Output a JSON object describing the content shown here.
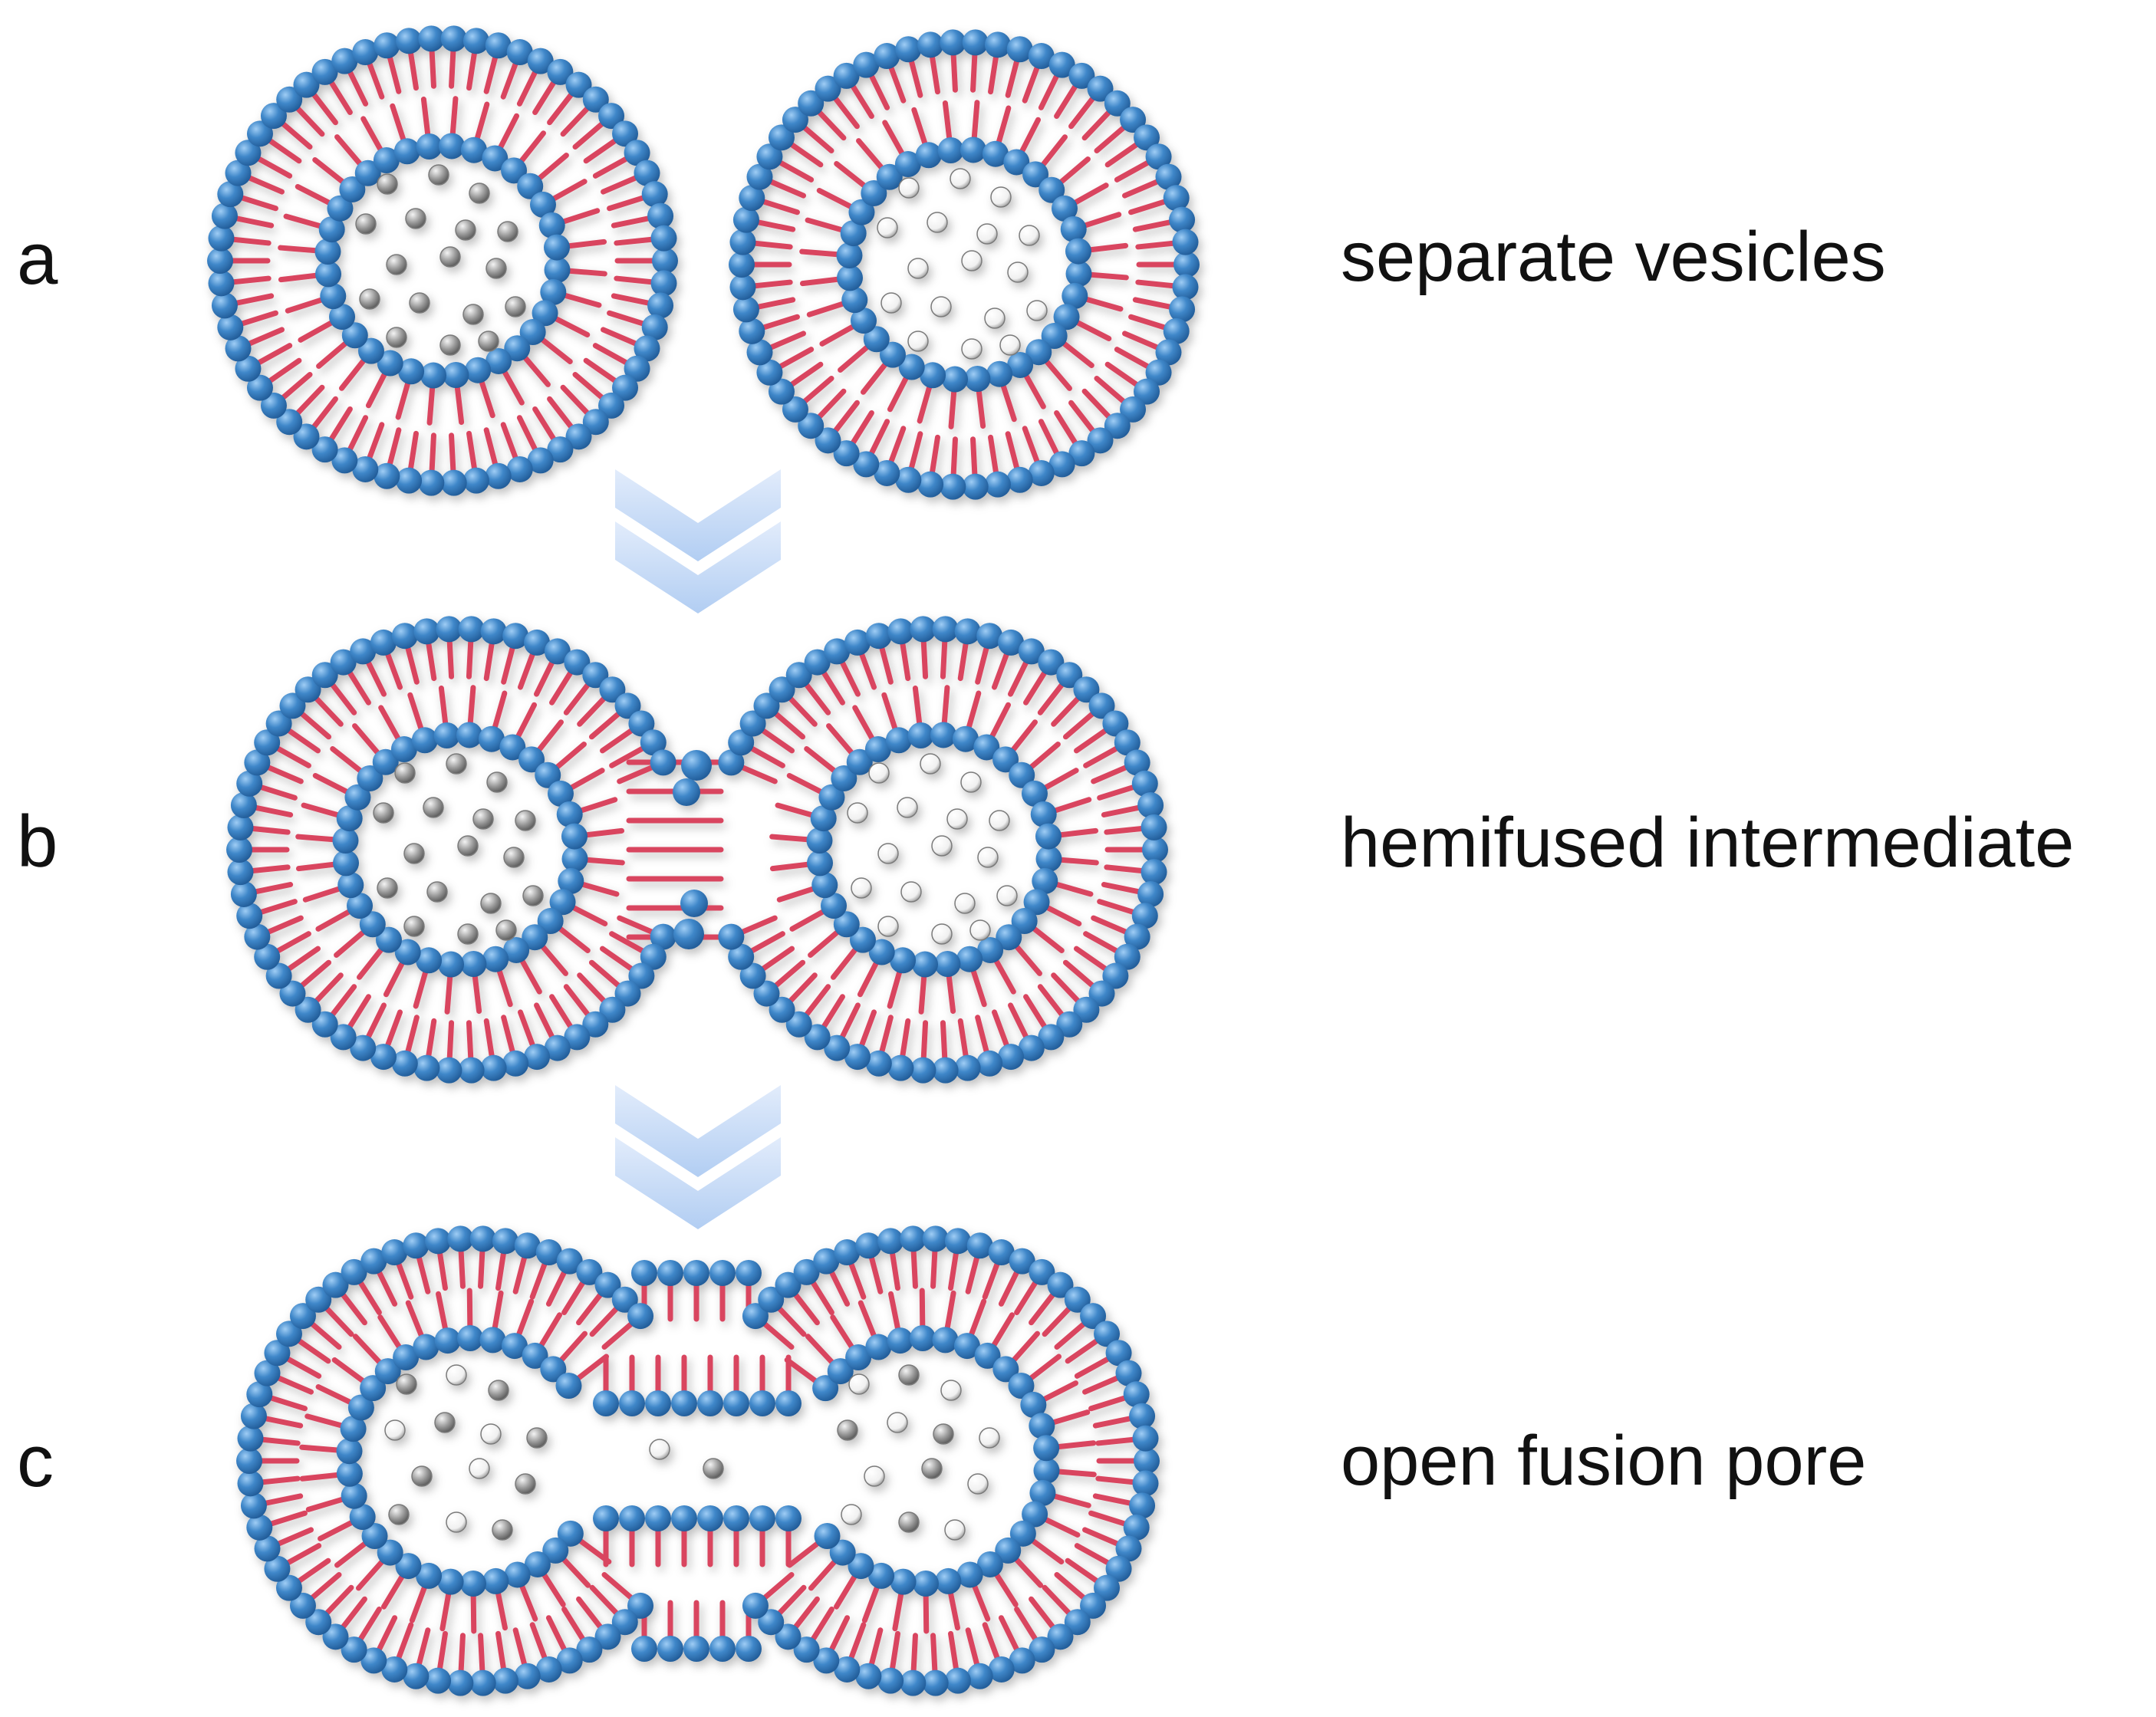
{
  "panels": [
    {
      "letter": "a",
      "label": "separate vesicles"
    },
    {
      "letter": "b",
      "label": "hemifused intermediate"
    },
    {
      "letter": "c",
      "label": "open fusion pore"
    }
  ],
  "colors": {
    "headgroup": "#3a7fc1",
    "headgroup_highlight": "#8fc2f0",
    "lipid_tail": "#d9445f",
    "cargo_dark": "#8c8c8c",
    "cargo_light": "#f2f2f2",
    "arrow": "#b9d3f3"
  },
  "icons": {
    "step_arrow": "double-chevron-down-icon"
  }
}
